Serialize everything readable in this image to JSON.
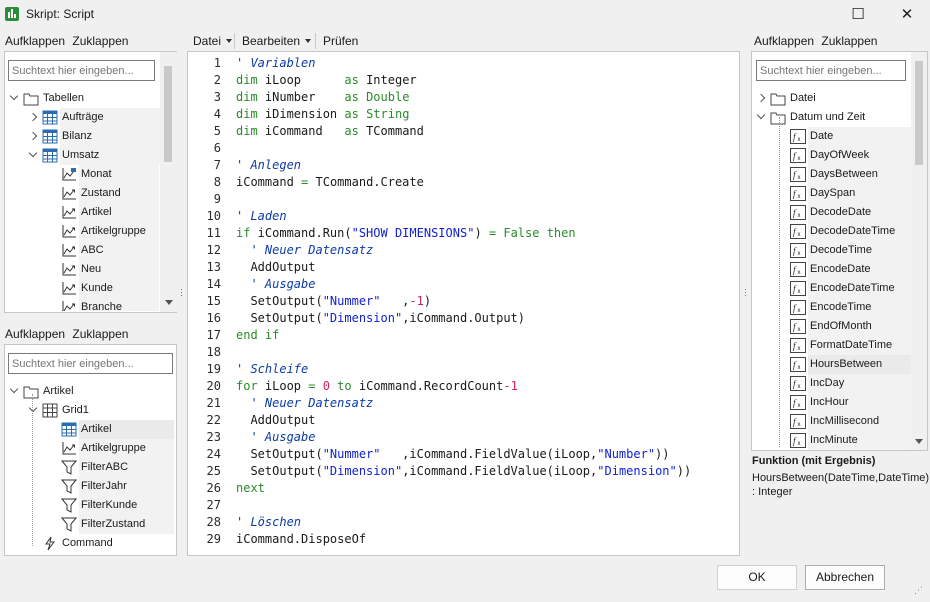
{
  "window": {
    "title": "Skript: Script",
    "maximize_glyph": "☐",
    "close_glyph": "✕"
  },
  "left_top": {
    "expand": "Aufklappen",
    "collapse": "Zuklappen",
    "search_placeholder": "Suchtext hier eingeben...",
    "items": [
      {
        "label": "Tabellen",
        "icon": "folder-icon"
      },
      {
        "label": "Aufträge",
        "icon": "table-icon"
      },
      {
        "label": "Bilanz",
        "icon": "table-icon"
      },
      {
        "label": "Umsatz",
        "icon": "table-icon"
      },
      {
        "label": "Monat",
        "icon": "dimension-lock-icon"
      },
      {
        "label": "Zustand",
        "icon": "dimension-icon"
      },
      {
        "label": "Artikel",
        "icon": "dimension-icon"
      },
      {
        "label": "Artikelgruppe",
        "icon": "dimension-icon"
      },
      {
        "label": "ABC",
        "icon": "dimension-icon"
      },
      {
        "label": "Neu",
        "icon": "dimension-icon"
      },
      {
        "label": "Kunde",
        "icon": "dimension-icon"
      },
      {
        "label": "Branche",
        "icon": "dimension-icon"
      }
    ]
  },
  "left_bottom": {
    "expand": "Aufklappen",
    "collapse": "Zuklappen",
    "search_placeholder": "Suchtext hier eingeben...",
    "items": [
      {
        "label": "Artikel",
        "icon": "folder-icon"
      },
      {
        "label": "Grid1",
        "icon": "grid-icon"
      },
      {
        "label": "Artikel",
        "icon": "table-icon"
      },
      {
        "label": "Artikelgruppe",
        "icon": "dimension-icon"
      },
      {
        "label": "FilterABC",
        "icon": "filter-icon"
      },
      {
        "label": "FilterJahr",
        "icon": "filter-icon"
      },
      {
        "label": "FilterKunde",
        "icon": "filter-icon"
      },
      {
        "label": "FilterZustand",
        "icon": "filter-icon"
      },
      {
        "label": "Command",
        "icon": "command-icon"
      }
    ]
  },
  "toolbar": {
    "file": "Datei",
    "edit": "Bearbeiten",
    "check": "Prüfen"
  },
  "editor": {
    "lines": [
      [
        [
          "c",
          "' Variablen"
        ]
      ],
      [
        [
          "k",
          "dim"
        ],
        [
          "p",
          " iLoop      "
        ],
        [
          "k",
          "as"
        ],
        [
          "p",
          " Integer"
        ]
      ],
      [
        [
          "k",
          "dim"
        ],
        [
          "p",
          " iNumber    "
        ],
        [
          "k",
          "as"
        ],
        [
          "k",
          " Double"
        ]
      ],
      [
        [
          "k",
          "dim"
        ],
        [
          "p",
          " iDimension "
        ],
        [
          "k",
          "as"
        ],
        [
          "k",
          " String"
        ]
      ],
      [
        [
          "k",
          "dim"
        ],
        [
          "p",
          " iCommand   "
        ],
        [
          "k",
          "as"
        ],
        [
          "p",
          " TCommand"
        ]
      ],
      [],
      [
        [
          "c",
          "' Anlegen"
        ]
      ],
      [
        [
          "p",
          "iCommand "
        ],
        [
          "k",
          "="
        ],
        [
          "p",
          " TCommand.Create"
        ]
      ],
      [],
      [
        [
          "c",
          "' Laden"
        ]
      ],
      [
        [
          "k",
          "if"
        ],
        [
          "p",
          " iCommand.Run("
        ],
        [
          "s",
          "\"SHOW DIMENSIONS\""
        ],
        [
          "p",
          ") "
        ],
        [
          "k",
          "="
        ],
        [
          "k",
          " False"
        ],
        [
          "k",
          " then"
        ]
      ],
      [
        [
          "c",
          "  ' Neuer Datensatz"
        ]
      ],
      [
        [
          "p",
          "  AddOutput"
        ]
      ],
      [
        [
          "c",
          "  ' Ausgabe"
        ]
      ],
      [
        [
          "p",
          "  SetOutput("
        ],
        [
          "s",
          "\"Nummer\""
        ],
        [
          "p",
          "   ,"
        ],
        [
          "n",
          "-1"
        ],
        [
          "p",
          ")"
        ]
      ],
      [
        [
          "p",
          "  SetOutput("
        ],
        [
          "s",
          "\"Dimension\""
        ],
        [
          "p",
          ",iCommand.Output)"
        ]
      ],
      [
        [
          "k",
          "end if"
        ]
      ],
      [],
      [
        [
          "c",
          "' Schleife"
        ]
      ],
      [
        [
          "k",
          "for"
        ],
        [
          "p",
          " iLoop "
        ],
        [
          "k",
          "="
        ],
        [
          "n",
          " 0"
        ],
        [
          "k",
          " to"
        ],
        [
          "p",
          " iCommand.RecordCount"
        ],
        [
          "n",
          "-1"
        ]
      ],
      [
        [
          "c",
          "  ' Neuer Datensatz"
        ]
      ],
      [
        [
          "p",
          "  AddOutput"
        ]
      ],
      [
        [
          "c",
          "  ' Ausgabe"
        ]
      ],
      [
        [
          "p",
          "  SetOutput("
        ],
        [
          "s",
          "\"Nummer\""
        ],
        [
          "p",
          "   ,iCommand.FieldValue(iLoop,"
        ],
        [
          "s",
          "\"Number\""
        ],
        [
          "p",
          "))"
        ]
      ],
      [
        [
          "p",
          "  SetOutput("
        ],
        [
          "s",
          "\"Dimension\""
        ],
        [
          "p",
          ",iCommand.FieldValue(iLoop,"
        ],
        [
          "s",
          "\"Dimension\""
        ],
        [
          "p",
          "))"
        ]
      ],
      [
        [
          "k",
          "next"
        ]
      ],
      [],
      [
        [
          "c",
          "' Löschen"
        ]
      ],
      [
        [
          "p",
          "iCommand.DisposeOf"
        ]
      ]
    ]
  },
  "right": {
    "expand": "Aufklappen",
    "collapse": "Zuklappen",
    "search_placeholder": "Suchtext hier eingeben...",
    "items": [
      {
        "label": "Datei",
        "icon": "folder-icon"
      },
      {
        "label": "Datum und Zeit",
        "icon": "folder-icon"
      },
      {
        "label": "Date",
        "icon": "function-icon"
      },
      {
        "label": "DayOfWeek",
        "icon": "function-icon"
      },
      {
        "label": "DaysBetween",
        "icon": "function-icon"
      },
      {
        "label": "DaySpan",
        "icon": "function-icon"
      },
      {
        "label": "DecodeDate",
        "icon": "function-icon"
      },
      {
        "label": "DecodeDateTime",
        "icon": "function-icon"
      },
      {
        "label": "DecodeTime",
        "icon": "function-icon"
      },
      {
        "label": "EncodeDate",
        "icon": "function-icon"
      },
      {
        "label": "EncodeDateTime",
        "icon": "function-icon"
      },
      {
        "label": "EncodeTime",
        "icon": "function-icon"
      },
      {
        "label": "EndOfMonth",
        "icon": "function-icon"
      },
      {
        "label": "FormatDateTime",
        "icon": "function-icon"
      },
      {
        "label": "HoursBetween",
        "icon": "function-icon"
      },
      {
        "label": "IncDay",
        "icon": "function-icon"
      },
      {
        "label": "IncHour",
        "icon": "function-icon"
      },
      {
        "label": "IncMillisecond",
        "icon": "function-icon"
      },
      {
        "label": "IncMinute",
        "icon": "function-icon"
      }
    ],
    "info_title": "Funktion (mit Ergebnis)",
    "info_text": "HoursBetween(DateTime,DateTime) : Integer"
  },
  "buttons": {
    "ok": "OK",
    "cancel": "Abbrechen"
  },
  "colors": {
    "comment": "#0b3aa8",
    "keyword": "#2a8a2a",
    "string": "#1222d6",
    "number": "#d02064",
    "app_icon": "#2e8b3c"
  }
}
